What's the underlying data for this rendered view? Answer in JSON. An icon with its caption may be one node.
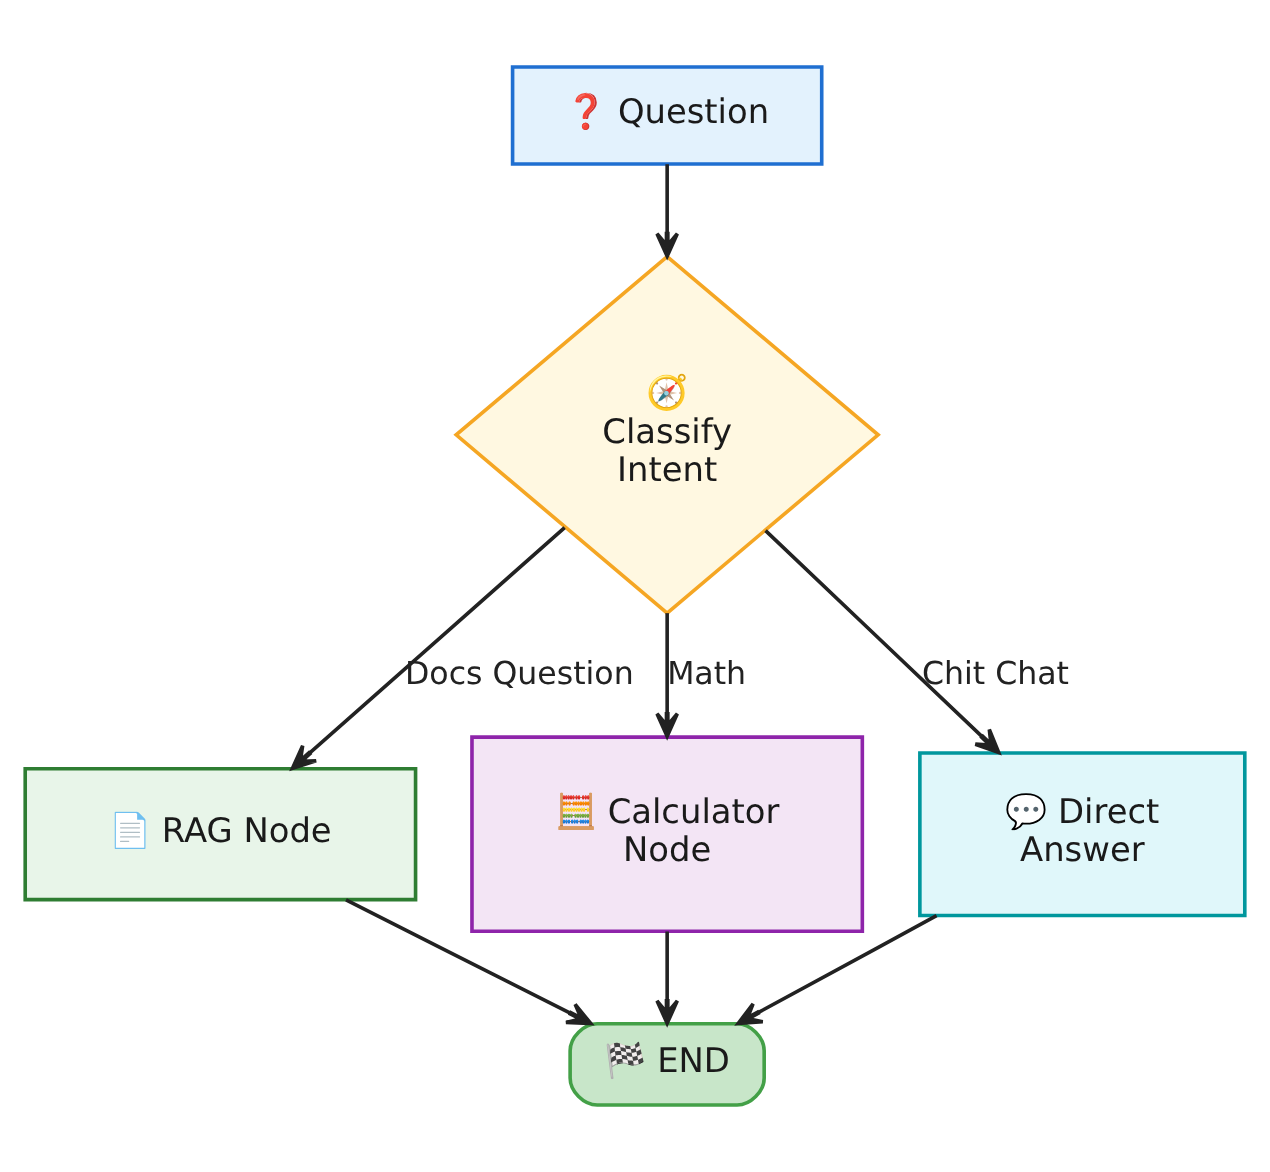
{
  "diagram": {
    "nodes": [
      {
        "text": [
          "❓ Question"
        ]
      },
      {
        "text": [
          "🧭 Classify Intent"
        ]
      },
      {
        "text": [
          "📄 RAG Node"
        ]
      },
      {
        "text": [
          "🧮 Calculator Node"
        ]
      },
      {
        "text": [
          "💬 Direct Answer"
        ]
      },
      {
        "text": [
          "🏁 END"
        ]
      }
    ],
    "edges": [
      {
        "from": 0,
        "to": 1,
        "arrow": "to"
      },
      {
        "from": 1,
        "to": 2,
        "arrow": "to",
        "label": "Docs Question"
      },
      {
        "from": 1,
        "to": 3,
        "arrow": "to",
        "label": "Math"
      },
      {
        "from": 1,
        "to": 4,
        "arrow": "to",
        "label": "Chit Chat"
      },
      {
        "from": 2,
        "to": 5,
        "arrow": "to"
      },
      {
        "from": 3,
        "to": 5,
        "arrow": "to"
      },
      {
        "from": 4,
        "to": 5,
        "arrow": "to"
      }
    ]
  }
}
